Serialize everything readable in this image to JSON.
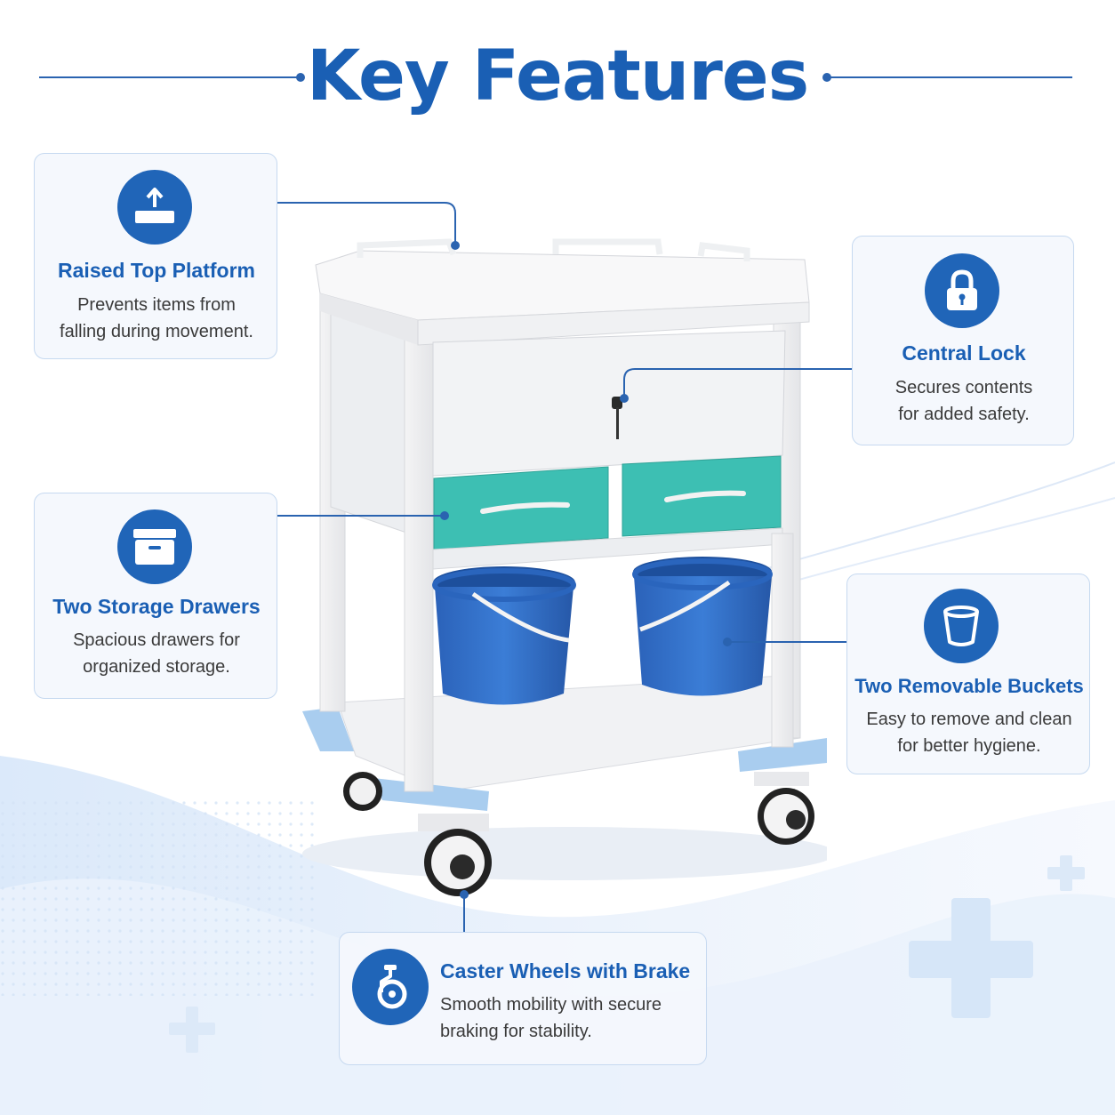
{
  "title": "Key Features",
  "colors": {
    "accent": "#1a5fb4",
    "icon_bg": "#2065b8",
    "card_border": "#c6d9f0",
    "line": "#2a63b0",
    "drawer": "#3dbfb3",
    "bucket": "#2f6fc9"
  },
  "features": [
    {
      "icon": "upload-tray-icon",
      "title": "Raised Top Platform",
      "desc_line1": "Prevents items from",
      "desc_line2": "falling during movement."
    },
    {
      "icon": "padlock-icon",
      "title": "Central Lock",
      "desc_line1": "Secures contents",
      "desc_line2": "for added safety."
    },
    {
      "icon": "drawer-icon",
      "title": "Two Storage Drawers",
      "desc_line1": "Spacious drawers for",
      "desc_line2": "organized storage."
    },
    {
      "icon": "bucket-icon",
      "title": "Two Removable Buckets",
      "desc_line1": "Easy to remove and clean",
      "desc_line2": "for better hygiene."
    },
    {
      "icon": "caster-wheel-icon",
      "title": "Caster Wheels with Brake",
      "desc_line1": "Smooth mobility with secure",
      "desc_line2": "braking for stability."
    }
  ]
}
